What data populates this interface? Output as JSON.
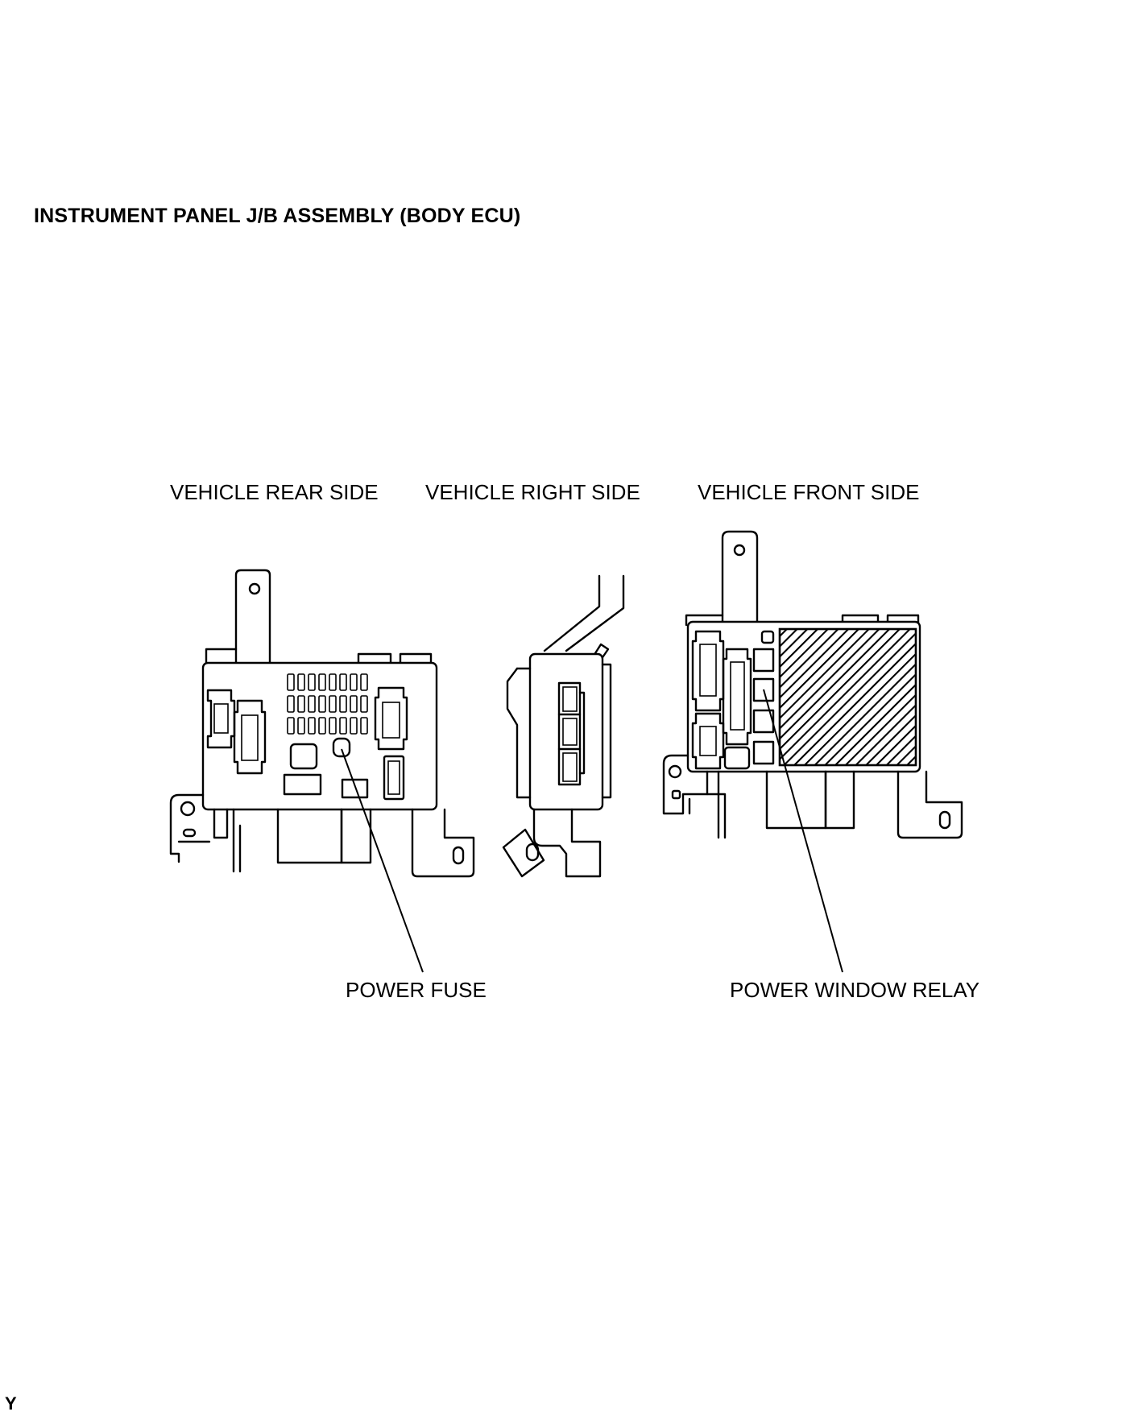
{
  "title": "INSTRUMENT PANEL J/B ASSEMBLY (BODY ECU)",
  "views": {
    "rear": "VEHICLE REAR SIDE",
    "right": "VEHICLE RIGHT SIDE",
    "front": "VEHICLE FRONT SIDE"
  },
  "callouts": {
    "power_fuse": "POWER FUSE",
    "power_window_relay": "POWER WINDOW RELAY"
  },
  "corner_mark": "Y"
}
